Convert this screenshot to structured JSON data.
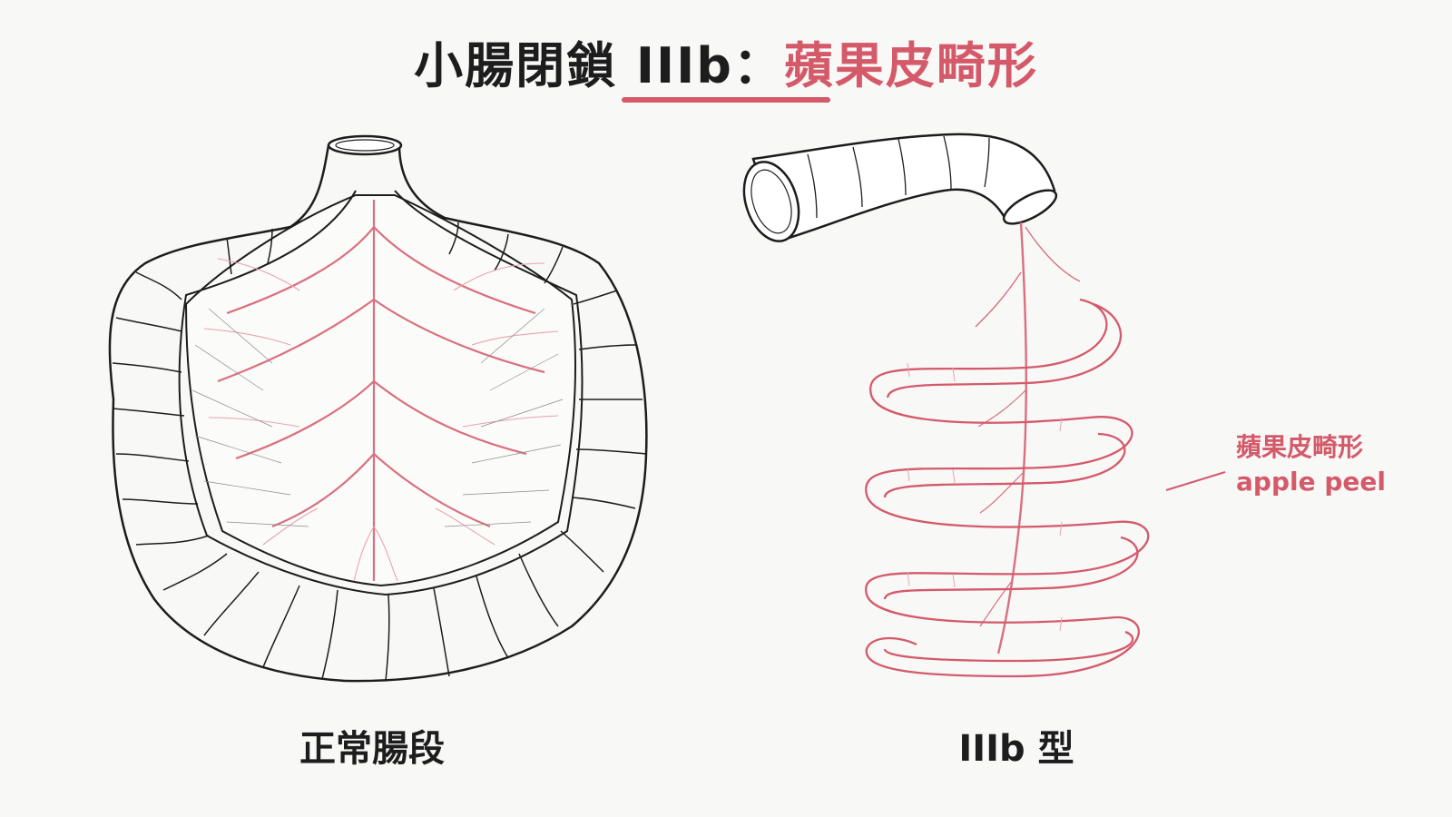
{
  "title": {
    "prefix": "小腸閉鎖 IIIb：",
    "accent": "蘋果皮畸形"
  },
  "left_panel": {
    "caption": "正常腸段"
  },
  "right_panel": {
    "caption": "IIIb 型",
    "label_line1": "蘋果皮畸形",
    "label_line2": "apple peel"
  },
  "colors": {
    "accent": "#d45a6a",
    "outline": "#1d1d1d",
    "vessel": "#d9707e",
    "background": "#f8f8f7"
  }
}
